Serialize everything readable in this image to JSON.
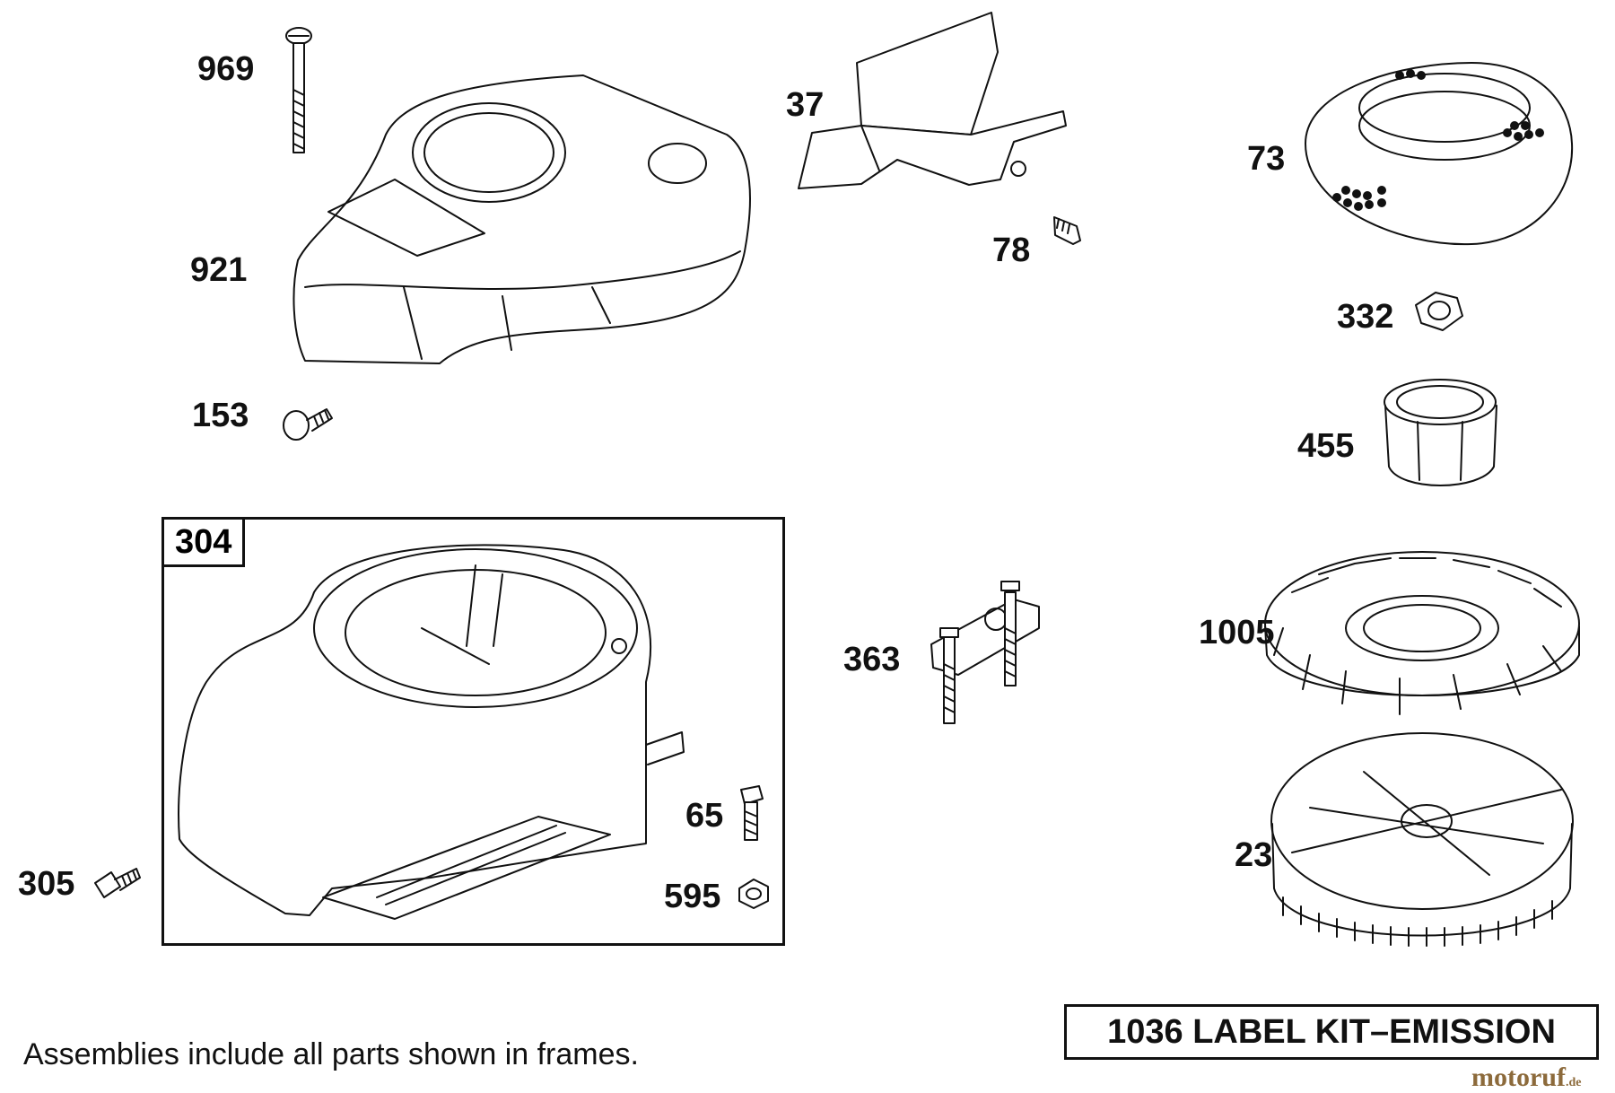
{
  "parts": {
    "p969": "969",
    "p921": "921",
    "p153": "153",
    "p37": "37",
    "p78": "78",
    "p73": "73",
    "p332": "332",
    "p455": "455",
    "p1005": "1005",
    "p23": "23",
    "p363": "363",
    "p304": "304",
    "p65": "65",
    "p595": "595",
    "p305": "305"
  },
  "label_kit": "1036 LABEL KIT–EMISSION",
  "footnote": "Assemblies include all parts shown in frames.",
  "watermark": {
    "main": "motoruf",
    "suffix": ".de"
  },
  "colors": {
    "line": "#111111",
    "watermark": "#8c6a3b"
  }
}
